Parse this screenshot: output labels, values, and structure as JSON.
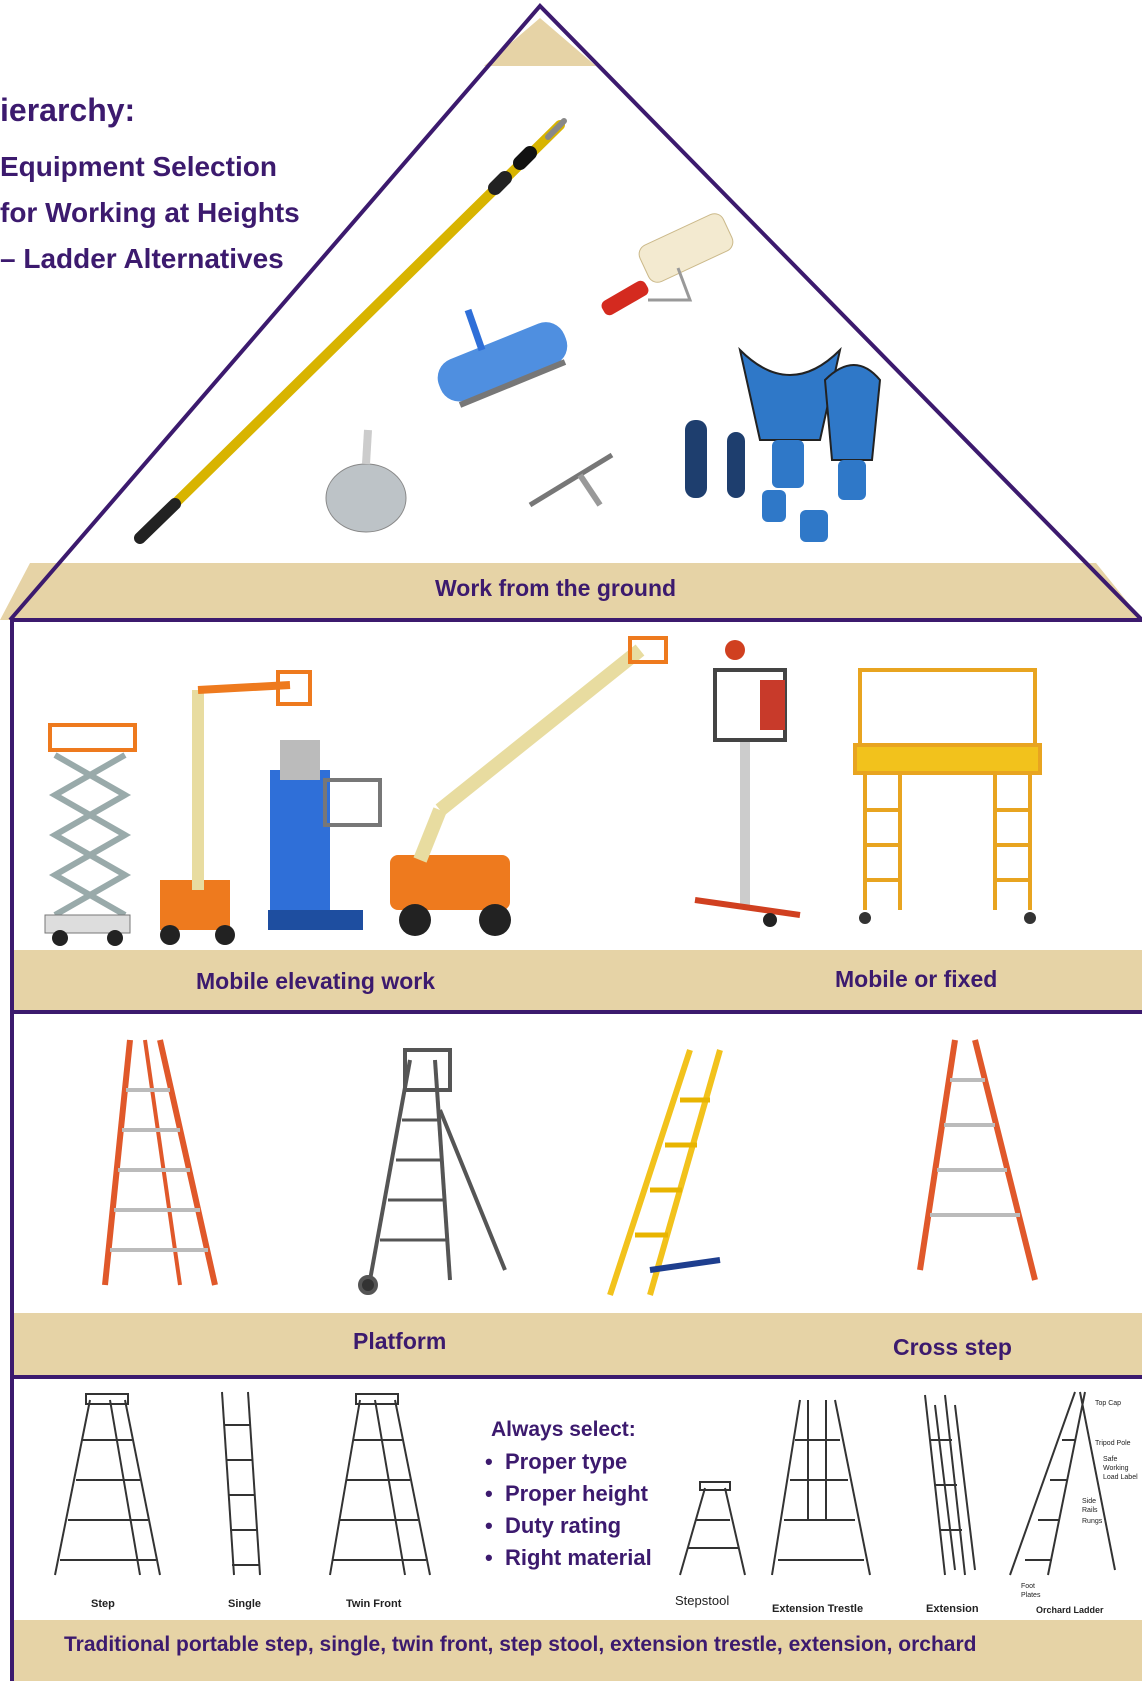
{
  "heading": {
    "line1": "ierarchy:",
    "line2": "Equipment Selection",
    "line3": "for Working at Heights",
    "line4": "– Ladder Alternatives"
  },
  "tiers": {
    "ground": {
      "label": "Work from the ground"
    },
    "mobile": {
      "label_left": "Mobile elevating work",
      "label_right": "Mobile or fixed"
    },
    "platform": {
      "label_left": "Platform",
      "label_right": "Cross step"
    },
    "traditional": {
      "label": "Traditional portable step, single, twin front, step stool, extension trestle, extension, orchard"
    }
  },
  "always_select": {
    "heading": "Always select:",
    "items": [
      "Proper type",
      "Proper height",
      "Duty rating",
      "Right material"
    ]
  },
  "ladder_captions": {
    "step": "Step",
    "single": "Single",
    "twin_front": "Twin Front",
    "stepstool": "Stepstool",
    "extension_trestle": "Extension Trestle",
    "extension": "Extension",
    "orchard": "Orchard Ladder"
  },
  "orchard_annotations": {
    "top_cap": "Top Cap",
    "tripod_pole": "Tripod Pole",
    "safe": "Safe",
    "working": "Working",
    "load_label": "Load Label",
    "side": "Side",
    "rails": "Rails",
    "rungs": "Rungs",
    "foot": "Foot",
    "plates": "Plates"
  },
  "colors": {
    "purple": "#3c1a6e",
    "tan": "#e6d3a6",
    "orange_ladder": "#e0582a",
    "yellow_ladder": "#f2c21c",
    "orange_machine": "#ee7a1e",
    "blue_tools": "#2f78c8"
  }
}
